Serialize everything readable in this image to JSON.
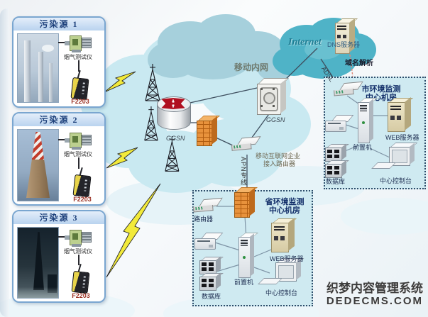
{
  "sources": [
    {
      "title": "污染源 1",
      "instrument": "烟气测试仪",
      "modem": "F2203"
    },
    {
      "title": "污染源 2",
      "instrument": "烟气测试仪",
      "modem": "F2203"
    },
    {
      "title": "污染源 3",
      "instrument": "烟气测试仪",
      "modem": "F2203"
    }
  ],
  "network": {
    "mobile_intranet": "移动内网",
    "internet": "Internet",
    "ggsn_router": "GGSN",
    "ggsn_gateway": "GGSN",
    "access_router_line1": "移动互联网企业",
    "access_router_line2": "接入路由器",
    "apn_line": "APN专线",
    "adsl": "ADSL",
    "dns_server": "DNS服务器",
    "dns_resolution": "域名解析"
  },
  "city_room": {
    "title_line1": "市环境监测",
    "title_line2": "中心机房",
    "front_server": "前置机",
    "web_server": "WEB服务器",
    "database": "数据库",
    "console": "中心控制台"
  },
  "province_room": {
    "title_line1": "省环境监测",
    "title_line2": "中心机房",
    "router": "路由器",
    "front_server": "前置机",
    "web_server": "WEB服务器",
    "database": "数据库",
    "console": "中心控制台"
  },
  "watermark": {
    "line1": "织梦内容管理系统",
    "line2": "DEDECMS.COM"
  },
  "colors": {
    "cloud_light": "#c9e9f1",
    "cloud_mid": "#a6d0dc",
    "cloud_internet": "#4fb3c7",
    "firewall_orange": "#e8923c",
    "lightning_yellow": "#f2ea3a",
    "room_bg": "#cfeaf1",
    "title_navy": "#14306a",
    "router_arrow_red": "#b01020"
  }
}
